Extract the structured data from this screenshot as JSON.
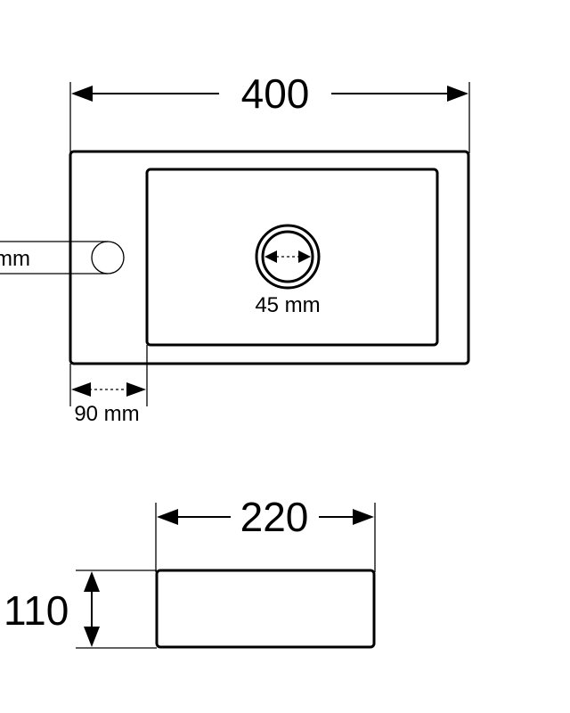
{
  "top_view": {
    "width_label": "400",
    "drain_label": "45 mm",
    "tap_offset_label": "90 mm",
    "tap_label_cropped": "mm"
  },
  "side_view": {
    "depth_label": "220",
    "height_label": "110"
  }
}
